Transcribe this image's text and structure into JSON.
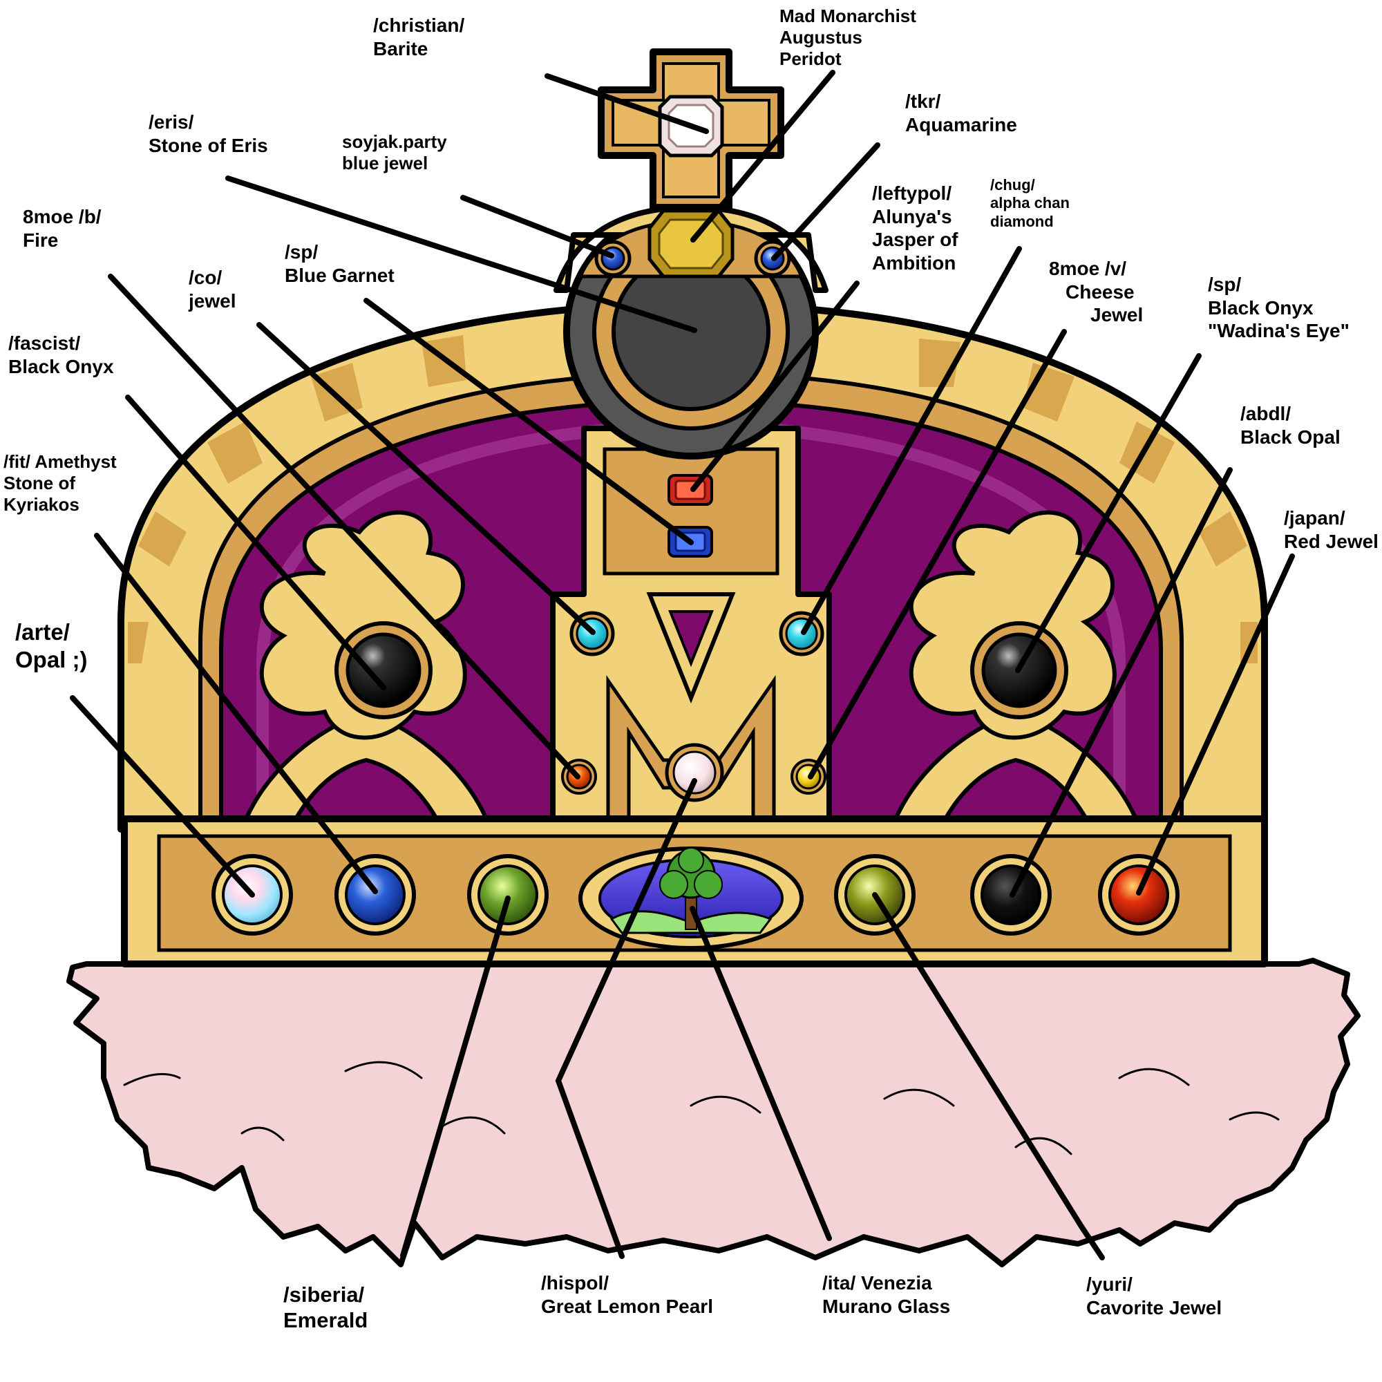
{
  "colors": {
    "gold_outer": "#f1d27a",
    "gold_inner": "#d7a251",
    "purple": "#7e0a6c",
    "fur": "#f4d3d6",
    "outline": "#000000",
    "pointer": "#000000"
  },
  "labels": {
    "christian": [
      "/christian/",
      "Barite"
    ],
    "mad_monarchist": [
      "Mad Monarchist",
      "Augustus",
      "Peridot"
    ],
    "tkr": [
      "/tkr/",
      "Aquamarine"
    ],
    "eris": [
      "/eris/",
      "Stone of Eris"
    ],
    "soyjak": [
      "soyjak.party",
      "blue jewel"
    ],
    "leftypol": [
      "/leftypol/",
      "Alunya's",
      "Jasper of",
      "Ambition"
    ],
    "chug": [
      "/chug/",
      "alpha chan",
      "diamond"
    ],
    "moe_b": [
      "8moe /b/",
      "Fire"
    ],
    "sp_garnet": [
      "/sp/",
      "Blue Garnet"
    ],
    "co": [
      "/co/",
      "jewel"
    ],
    "moe_v": [
      "8moe /v/",
      "Cheese",
      "Jewel"
    ],
    "sp_onyx": [
      "/sp/",
      "Black Onyx",
      "\"Wadina's Eye\""
    ],
    "fascist": [
      "/fascist/",
      "Black Onyx"
    ],
    "abdl": [
      "/abdl/",
      "Black Opal"
    ],
    "fit": [
      "/fit/ Amethyst",
      "Stone of",
      "Kyriakos"
    ],
    "japan": [
      "/japan/",
      "Red Jewel"
    ],
    "arte": [
      "/arte/",
      "Opal ;)"
    ],
    "siberia": [
      "/siberia/",
      "Emerald"
    ],
    "hispol": [
      "/hispol/",
      "Great Lemon Pearl"
    ],
    "ita": [
      "/ita/ Venezia",
      "Murano Glass"
    ],
    "yuri": [
      "/yuri/",
      "Cavorite Jewel"
    ]
  }
}
